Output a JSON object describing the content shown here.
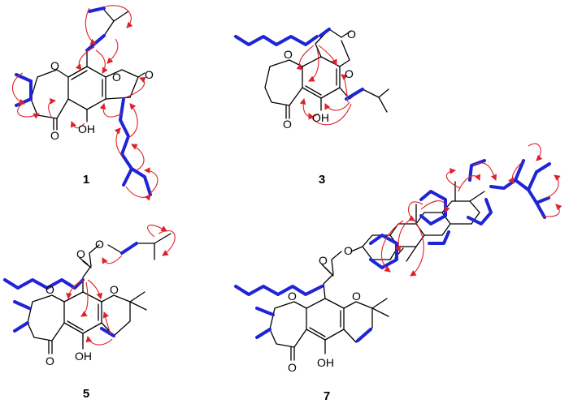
{
  "compounds": [
    {
      "id": "1",
      "atoms": {
        "o_ring": "O",
        "o_lactone": "O",
        "o_carbonyl_lactone": "O",
        "o_ketone": "O",
        "hydroxyl": "OH"
      }
    },
    {
      "id": "3",
      "atoms": {
        "o_ring": "O",
        "o_lactone": "O",
        "o_carbonyl_lactone": "O",
        "o_ketone": "O",
        "hydroxyl": "OH"
      }
    },
    {
      "id": "5",
      "atoms": {
        "o_ring": "O",
        "o_ester": "O",
        "o_carbonyl_ester": "O",
        "o_pyran": "O",
        "o_ketone": "O",
        "hydroxyl": "OH"
      }
    },
    {
      "id": "7",
      "atoms": {
        "o_ring": "O",
        "o_ester": "O",
        "o_carbonyl_ester": "O",
        "o_pyran": "O",
        "o_ketone": "O",
        "hydroxyl": "OH"
      }
    }
  ],
  "colors": {
    "cosy_bold_bonds": "#1f24d6",
    "hmbc_arrows": "#e0202a",
    "bonds": "#000000"
  }
}
